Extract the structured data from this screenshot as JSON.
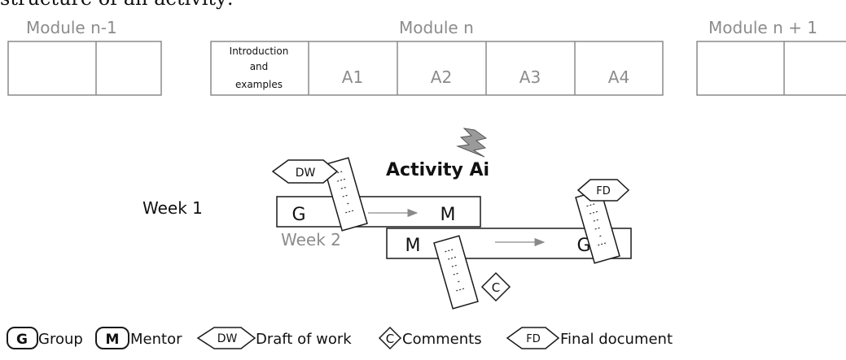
{
  "caption_fragment": "structure of an activity:",
  "modules": {
    "prev": {
      "title": "Module n-1"
    },
    "current": {
      "title": "Module n",
      "intro_lines": [
        "Introduction",
        "and",
        "examples"
      ],
      "activities": [
        "A1",
        "A2",
        "A3",
        "A4"
      ]
    },
    "next": {
      "title": "Module n + 1"
    }
  },
  "activity_title": "Activity Ai",
  "weeks": {
    "week1": {
      "label": "Week 1",
      "from": "G",
      "to": "M"
    },
    "week2": {
      "label": "Week 2",
      "from": "M",
      "to": "G"
    }
  },
  "tags": {
    "draft": "DW",
    "comments": "C",
    "final": "FD"
  },
  "legend": {
    "group_key": "G",
    "group_text": "Group",
    "mentor_key": "M",
    "mentor_text": "Mentor",
    "draft_key": "DW",
    "draft_text": "Draft of work",
    "comments_key": "C",
    "comments_text": "Comments",
    "final_key": "FD",
    "final_text": "Final document"
  },
  "colors": {
    "stroke": "#1a1a1a",
    "grey_stroke": "#8a8a8a",
    "grey_text": "#8c8c8c",
    "text": "#111111"
  }
}
